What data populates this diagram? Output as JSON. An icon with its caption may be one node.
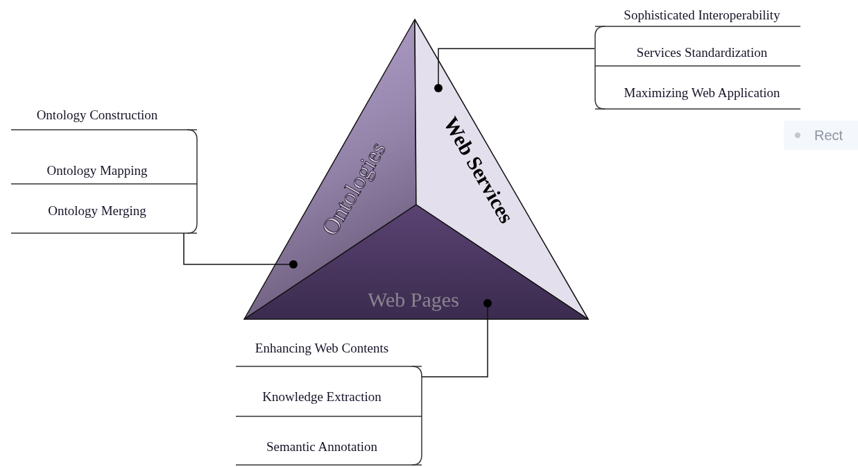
{
  "diagram": {
    "nodes": [
      {
        "text": [
          "Ontologies"
        ]
      },
      {
        "text": [
          "Web Services"
        ]
      },
      {
        "text": [
          "Web Pages"
        ]
      },
      {
        "text": [
          "Sophisticated Interoperability",
          "Services Standardization",
          "Maximizing Web Application"
        ]
      },
      {
        "text": [
          "Ontology Construction",
          "Ontology Mapping",
          "Ontology Merging"
        ]
      },
      {
        "text": [
          "Enhancing Web Contents",
          "Knowledge Extraction",
          "Semantic Annotation"
        ]
      }
    ],
    "edges": [
      {
        "from": 3,
        "to": 1,
        "arrow": "other"
      },
      {
        "from": 4,
        "to": 0,
        "arrow": "other"
      },
      {
        "from": 5,
        "to": 2,
        "arrow": "other"
      }
    ],
    "labels": [
      "Rect"
    ]
  }
}
